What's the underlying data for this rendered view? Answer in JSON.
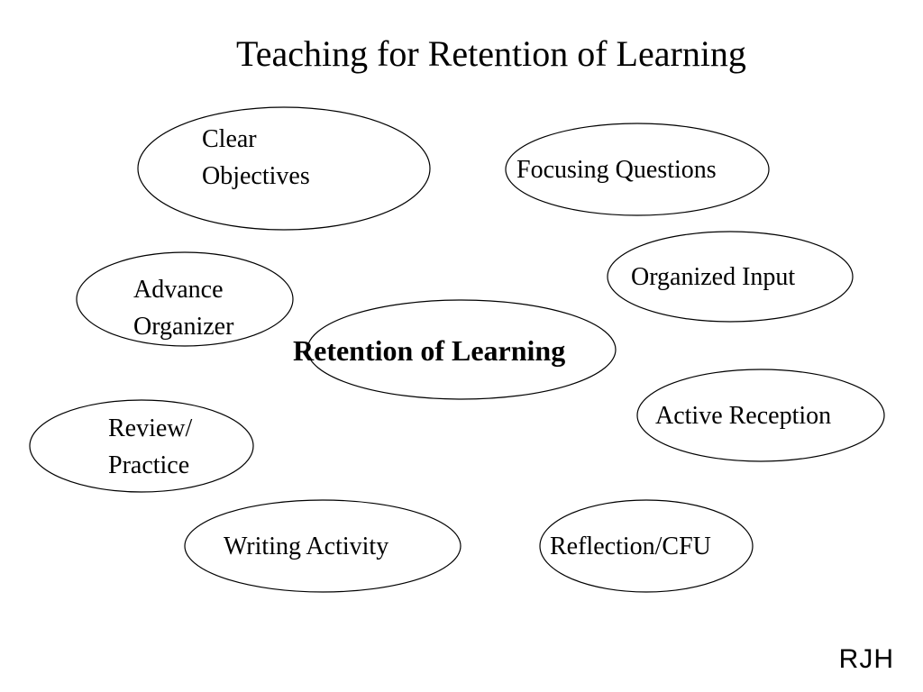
{
  "title": "Teaching for Retention of Learning",
  "center": {
    "label": "Retention of Learning"
  },
  "nodes": {
    "clear_objectives": {
      "line1": "Clear",
      "line2": "Objectives"
    },
    "focusing_questions": {
      "label": "Focusing Questions"
    },
    "organized_input": {
      "label": "Organized Input"
    },
    "advance_organizer": {
      "line1": "Advance",
      "line2": "Organizer"
    },
    "active_reception": {
      "label": "Active Reception"
    },
    "review_practice": {
      "line1": "Review/",
      "line2": "Practice"
    },
    "writing_activity": {
      "label": "Writing Activity"
    },
    "reflection_cfu": {
      "label": "Reflection/CFU"
    }
  },
  "signature": "RJH"
}
